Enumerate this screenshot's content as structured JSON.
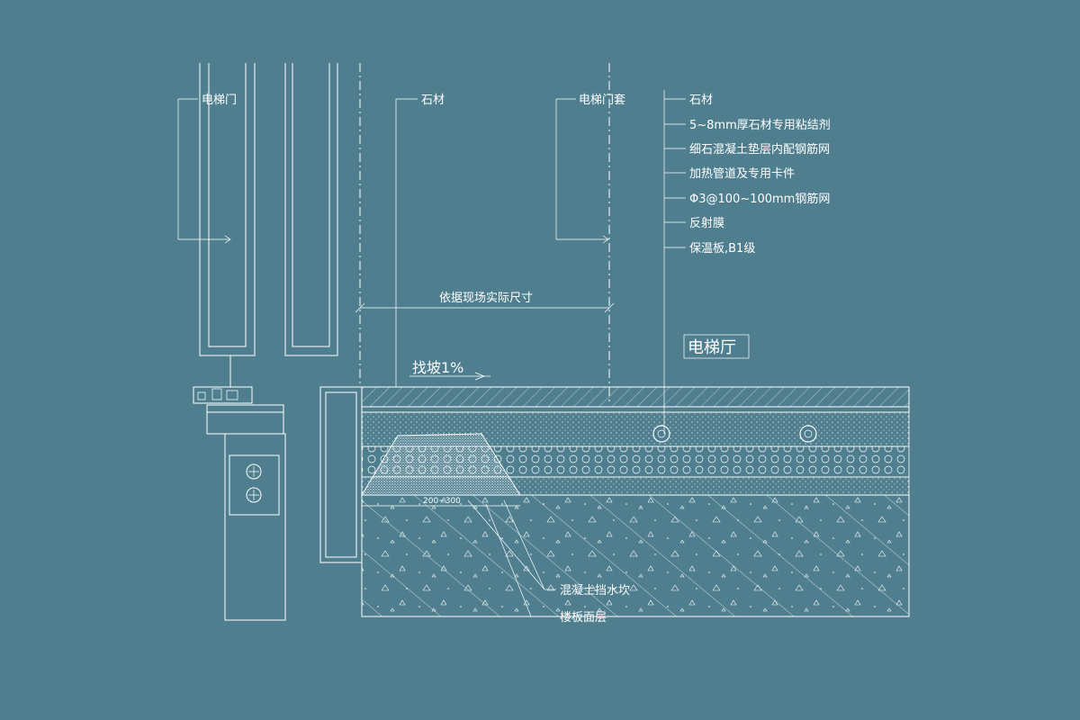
{
  "labels": {
    "elevator_door": "电梯门",
    "stone_left": "石材",
    "door_frame": "电梯门套",
    "layers": [
      "石材",
      "5~8mm厚石材专用粘结剂",
      "细石混凝土垫层内配钢筋网",
      "加热管道及专用卡件",
      "Φ3@100~100mm钢筋网",
      "反射膜",
      "保温板,B1级"
    ],
    "dimension": "依据现场实际尺寸",
    "hall": "电梯厅",
    "slope": "找坡1%",
    "width_note": "200~300",
    "concrete_block": "混凝土挡水坎",
    "slab": "楼板面层"
  },
  "colors": {
    "background": "#4f7f8f",
    "line": "#ffffff"
  }
}
